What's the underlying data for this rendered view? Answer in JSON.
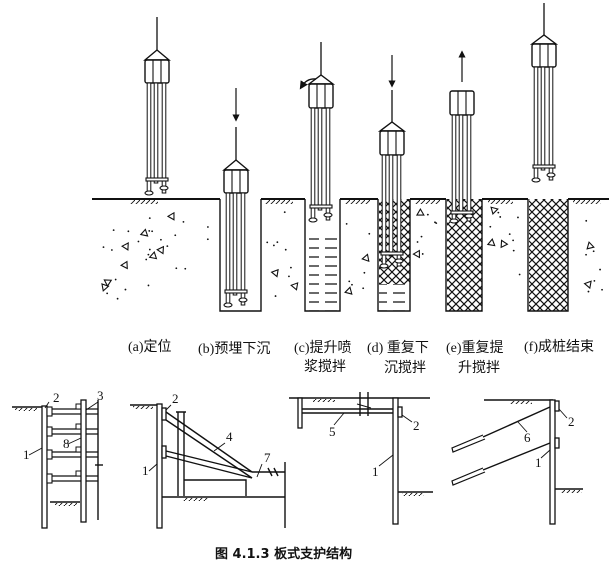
{
  "figure": {
    "caption": "图 4.1.3  板式支护结构"
  },
  "process_steps": [
    {
      "id": "a",
      "label_line1": "(a)定位",
      "label_line2": "",
      "motion": "none",
      "state": "positioned above ground"
    },
    {
      "id": "b",
      "label_line1": "(b)预埋下沉",
      "label_line2": "",
      "motion": "down",
      "state": "sunk into ground"
    },
    {
      "id": "c",
      "label_line1": "(c)提升喷",
      "label_line2": "浆搅拌",
      "motion": "rotate-lift",
      "state": "lifted, slurry injected"
    },
    {
      "id": "d",
      "label_line1": "(d) 重复下",
      "label_line2": "沉搅拌",
      "motion": "down",
      "state": "repeat sinking"
    },
    {
      "id": "e",
      "label_line1": "(e)重复提",
      "label_line2": "升搅拌",
      "motion": "up",
      "state": "repeat lifting"
    },
    {
      "id": "f",
      "label_line1": "(f)成桩结束",
      "label_line2": "",
      "motion": "none",
      "state": "pile complete"
    }
  ],
  "support_diagrams": [
    {
      "name": "internal-bracing",
      "callouts": [
        "1",
        "2",
        "3",
        "8"
      ]
    },
    {
      "name": "inclined-strut",
      "callouts": [
        "1",
        "2",
        "4",
        "7"
      ]
    },
    {
      "name": "tie-rod",
      "callouts": [
        "1",
        "2",
        "5"
      ]
    },
    {
      "name": "ground-anchor",
      "callouts": [
        "1",
        "2",
        "6"
      ]
    }
  ],
  "legend_numbers": {
    "n1": "1",
    "n2": "2",
    "n3": "3",
    "n4": "4",
    "n5": "5",
    "n6": "6",
    "n7": "7",
    "n8": "8"
  }
}
